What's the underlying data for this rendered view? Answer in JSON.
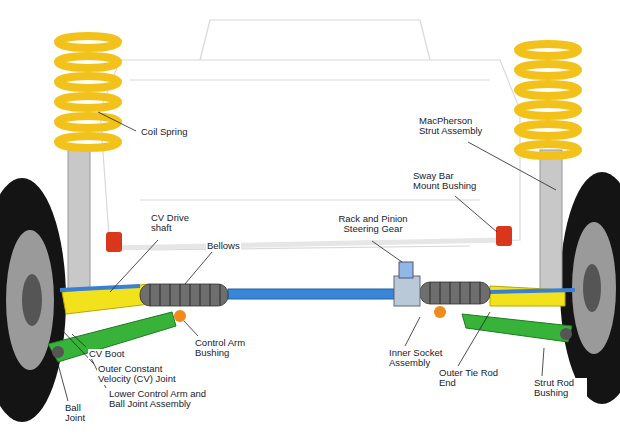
{
  "diagram": {
    "labels": [
      "Coil Spring",
      "MacPherson Strut Assembly",
      "Sway Bar Mount Bushing",
      "CV Drive shaft",
      "Bellows",
      "Rack and Pinion Steering Gear",
      "CV Boot",
      "Outer Constant Velocity (CV) Joint",
      "Control Arm Bushing",
      "Inner Socket Assembly",
      "Lower Control Arm and Ball Joint Assembly",
      "Ball Joint",
      "Outer Tie Rod End",
      "Strut Rod Bushing"
    ]
  }
}
